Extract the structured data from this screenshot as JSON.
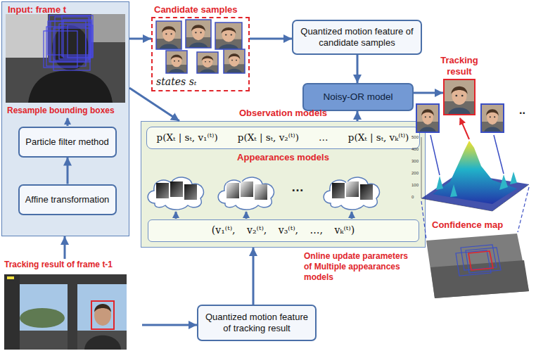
{
  "diagram": {
    "nodes": [
      {
        "text": [
          "Input: frame t"
        ]
      },
      {
        "text": [
          "Particle filter method"
        ],
        "in": 0
      },
      {
        "text": [
          "Affine transformation"
        ],
        "in": 0
      },
      {
        "text": [
          "Candidate samples",
          "states sₜ"
        ]
      },
      {
        "text": [
          "Quantized motion feature of candidate samples"
        ]
      },
      {
        "text": [
          "Noisy-OR model"
        ]
      },
      {
        "text": [
          "Tracking result"
        ]
      },
      {
        "text": [
          "Observation models",
          "Appearances models"
        ]
      },
      {
        "text": [
          "p(Xₜ | sₜ, v₁⁽ᵗ⁾)",
          "p(Xₜ | sₜ, v₂⁽ᵗ⁾)",
          "…",
          "p(Xₜ | sₜ, vₖ⁽ᵗ⁾)"
        ],
        "in": 7
      },
      {
        "text": [
          "(v₁⁽ᵗ⁾, v₂⁽ᵗ⁾, v₃⁽ᵗ⁾, …, vₖ⁽ᵗ⁾)"
        ],
        "in": 7
      },
      {
        "text": [
          "Quantized motion feature of tracking result"
        ]
      },
      {
        "text": [
          "Tracking result of frame t-1"
        ]
      }
    ],
    "edges": [
      {
        "from": 0,
        "to": 3,
        "arrow": "to"
      },
      {
        "from": 0,
        "to": 7,
        "arrow": "to"
      },
      {
        "from": 2,
        "to": 1,
        "arrow": "to"
      },
      {
        "from": 3,
        "to": 4,
        "arrow": "to"
      },
      {
        "from": 4,
        "to": 5,
        "arrow": "to"
      },
      {
        "from": 7,
        "to": 5,
        "arrow": "to"
      },
      {
        "from": 5,
        "to": 6,
        "arrow": "to"
      },
      {
        "from": 11,
        "to": 0,
        "arrow": "to"
      },
      {
        "from": 11,
        "to": 10,
        "arrow": "to"
      },
      {
        "from": 10,
        "to": 7,
        "arrow": "to"
      }
    ],
    "labels": [
      "Resample bounding boxes",
      "…",
      "Online update parameters of Multiple appearances models",
      "Confidence map",
      "..",
      "500",
      "400",
      "300",
      "200",
      "100",
      "0"
    ]
  }
}
